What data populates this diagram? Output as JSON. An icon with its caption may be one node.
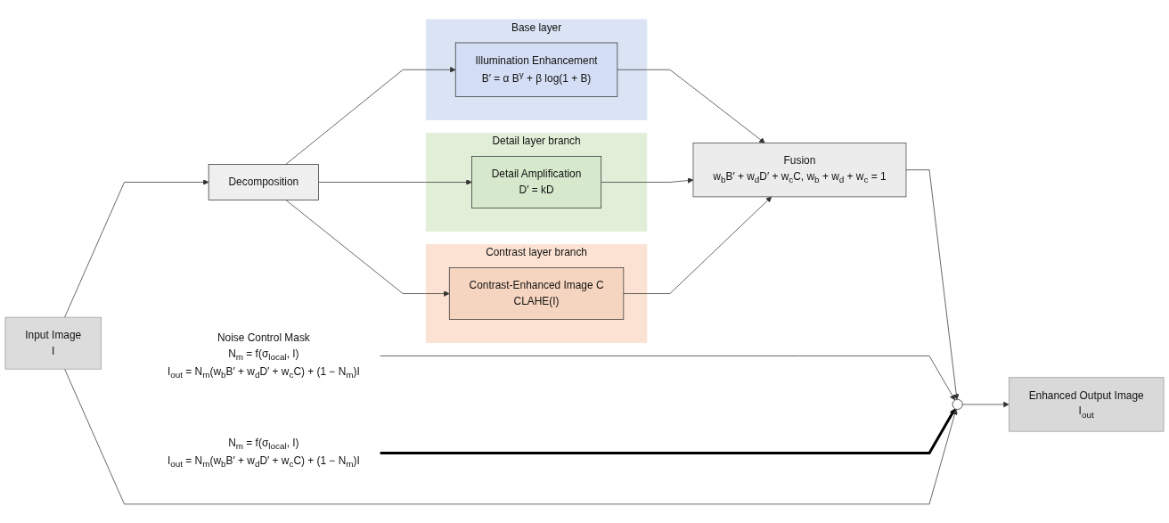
{
  "diagram": {
    "nodes": [
      {
        "text": [
          "Input Image",
          "I"
        ]
      },
      {
        "text": [
          "Decomposition"
        ]
      },
      {
        "text": [
          "Base layer"
        ]
      },
      {
        "text": [
          "Illumination Enhancement",
          "B′ = α B$^{γ}$ + β log(1 + B)"
        ],
        "in": 2
      },
      {
        "text": [
          "Detail layer branch"
        ]
      },
      {
        "text": [
          "Detail Amplification",
          "D′ = kD"
        ],
        "in": 4
      },
      {
        "text": [
          "Contrast layer branch"
        ]
      },
      {
        "text": [
          "Contrast-Enhanced Image C",
          "CLAHE(I)"
        ],
        "in": 6
      },
      {
        "text": [
          "Fusion",
          "w$_{b}$B′ + w$_{d}$D′ + w$_{c}$C, w$_{b}$ + w$_{d}$ + w$_{c}$ = 1"
        ]
      },
      {
        "text": [
          "Noise Control Mask",
          "N$_{m}$ = f(σ$_{local}$, I)",
          "I$_{out}$ = N$_{m}$(w$_{b}$B′ + w$_{d}$D′ + w$_{c}$C) + (1 − N$_{m}$)I"
        ]
      },
      {
        "text": [],
        "shape": "circle"
      },
      {
        "text": [
          "Enhanced Output Image",
          "I$_{out}$"
        ]
      },
      {
        "text": [
          "N$_{m}$ = f(σ$_{local}$, I)",
          "I$_{out}$ = N$_{m}$(w$_{b}$B′ + w$_{d}$D′ + w$_{c}$C) + (1 − N$_{m}$)I"
        ]
      }
    ],
    "edges": [
      {
        "from": 0,
        "to": 1,
        "arrow": "to"
      },
      {
        "from": 1,
        "to": 3,
        "arrow": "to"
      },
      {
        "from": 1,
        "to": 5,
        "arrow": "to"
      },
      {
        "from": 1,
        "to": 7,
        "arrow": "to"
      },
      {
        "from": 3,
        "to": 8,
        "arrow": "to"
      },
      {
        "from": 5,
        "to": 8,
        "arrow": "to"
      },
      {
        "from": 7,
        "to": 8,
        "arrow": "to"
      },
      {
        "from": 8,
        "to": 10,
        "arrow": "to"
      },
      {
        "from": 9,
        "to": 10,
        "arrow": "to"
      },
      {
        "from": 12,
        "to": 10,
        "arrow": "to",
        "style": "thick",
        "color": "#000000"
      },
      {
        "from": 0,
        "to": 10,
        "arrow": "to"
      },
      {
        "from": 10,
        "to": 11,
        "arrow": "to"
      }
    ]
  }
}
